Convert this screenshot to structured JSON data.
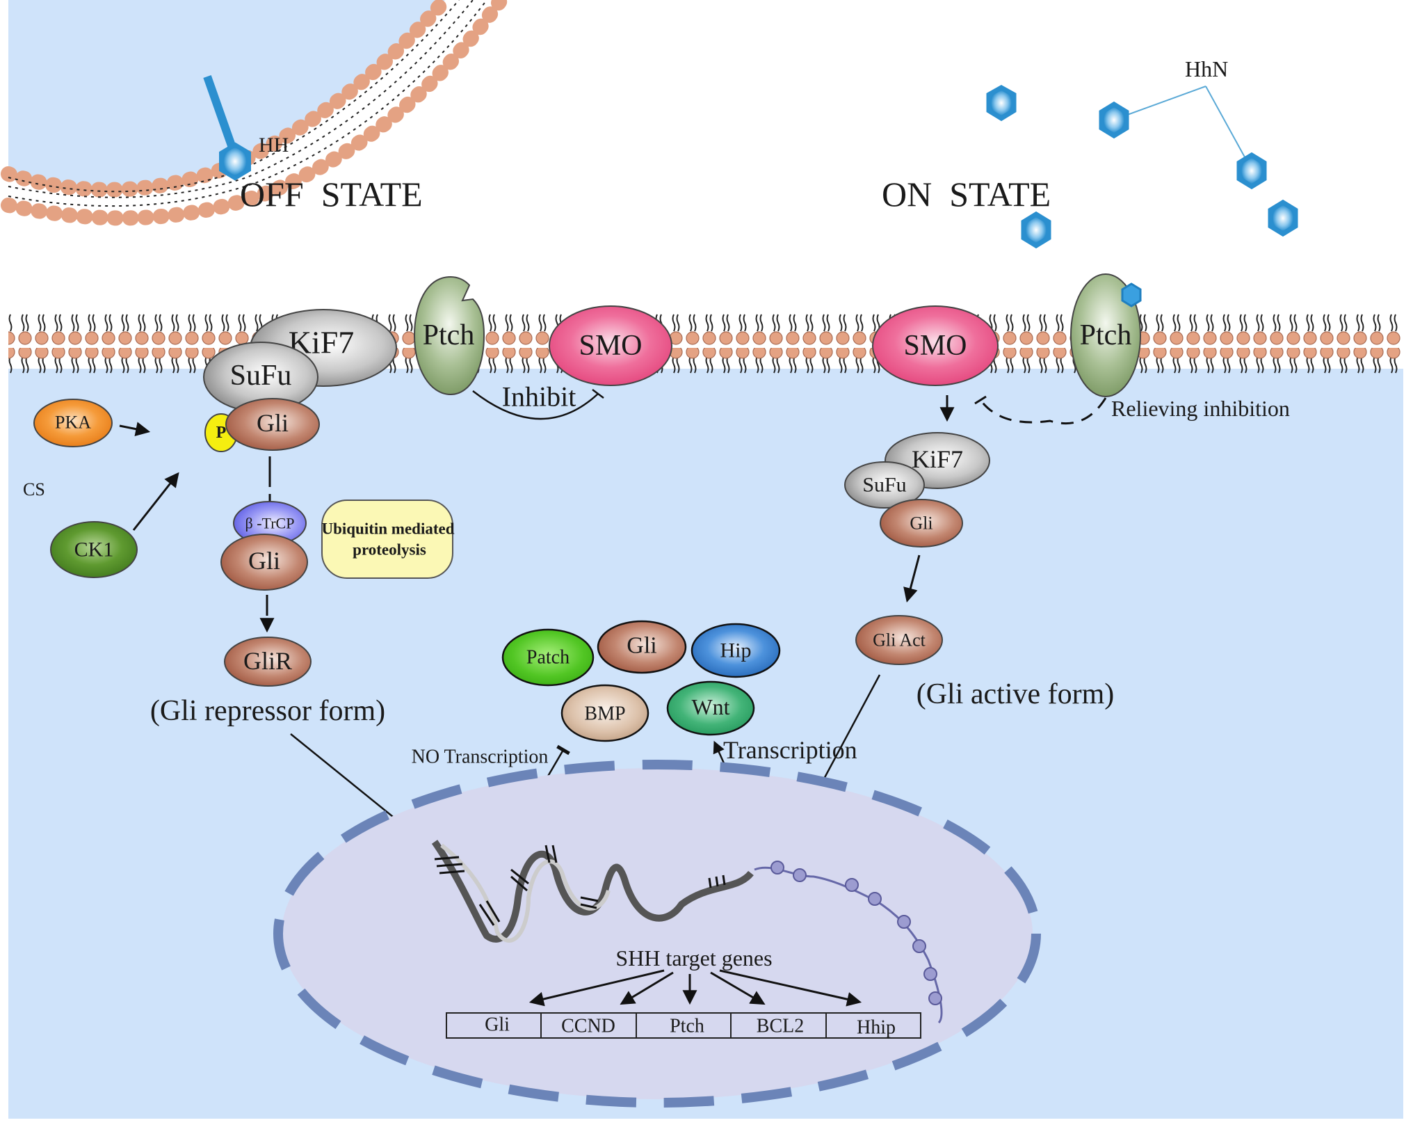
{
  "title": "Hedgehog signaling pathway: OFF and ON states",
  "colors": {
    "cytoplasm": "#cfe3fa",
    "membrane_head": "#e4a283",
    "nucleus_fill": "#d6d8ef",
    "nucleus_border": "#6b84b8",
    "hh_ligand": "#2b8fcf",
    "smo": "#ea4f84",
    "ptch": "#8fab7a",
    "gli": "#a8604a",
    "kif7_sufu": "#9a9a9a",
    "pka": "#f08a22",
    "ck1": "#4a8a22",
    "btrcp": "#6a6aee",
    "phospho": "#f5ee10",
    "ubiquitin_box": "#fbf8b5",
    "patch": "#46c01a",
    "hip": "#2a6fc0",
    "bmp": "#d8b9a0",
    "wnt": "#2ea86a"
  },
  "states": {
    "off": "OFF  STATE",
    "on": "ON  STATE"
  },
  "ligands": {
    "hh": "HH",
    "hhn": "HhN"
  },
  "off_state": {
    "kif7": "KiF7",
    "sufu": "SuFu",
    "gli": "Gli",
    "phospho": "P",
    "ptch": "Ptch",
    "smo": "SMO",
    "inhibit": "Inhibit",
    "pka": "PKA",
    "ck1": "CK1",
    "cs": "CS",
    "btrcp": "β -TrCP",
    "gli_degraded": "Gli",
    "ubiquitin_line1": "Ubiquitin mediated",
    "ubiquitin_line2": "proteolysis",
    "glir": "GliR",
    "repressor_form": "(Gli repressor form)",
    "no_transcription": "NO Transcription"
  },
  "on_state": {
    "smo": "SMO",
    "ptch": "Ptch",
    "relieving": "Relieving inhibition",
    "kif7": "KiF7",
    "sufu": "SuFu",
    "gli": "Gli",
    "gli_act": "Gli Act",
    "active_form": "(Gli active form)",
    "transcription": "Transcription"
  },
  "products": {
    "patch": "Patch",
    "gli": "Gli",
    "hip": "Hip",
    "bmp": "BMP",
    "wnt": "Wnt"
  },
  "nucleus": {
    "target_label": "SHH target genes",
    "genes": [
      "Gli",
      "CCND",
      "Ptch",
      "BCL2",
      "Hhip"
    ]
  }
}
